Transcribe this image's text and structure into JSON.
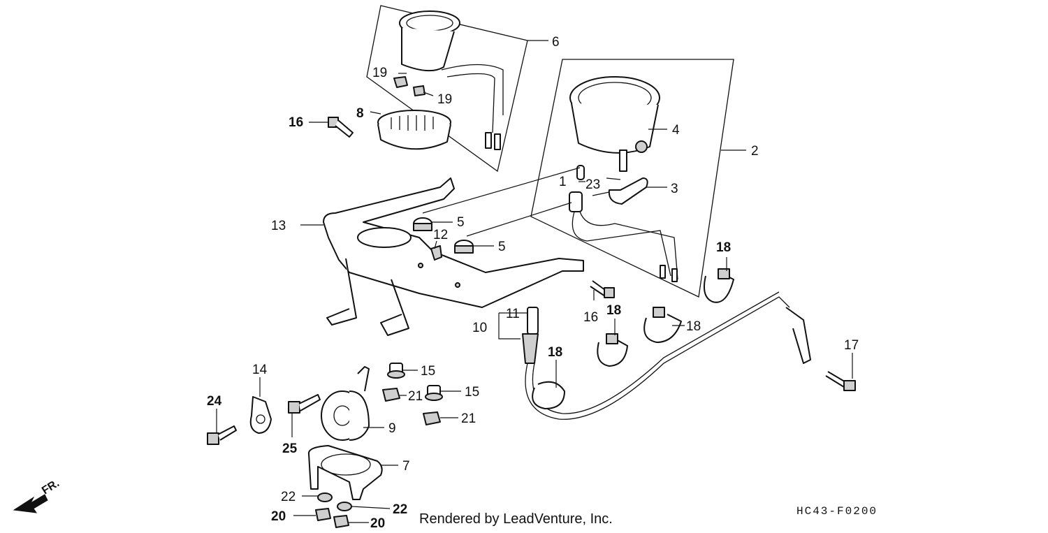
{
  "diagram": {
    "labels": {
      "l1": "1",
      "l2": "2",
      "l3": "3",
      "l4": "4",
      "l5a": "5",
      "l5b": "5",
      "l6": "6",
      "l7": "7",
      "l8": "8",
      "l9": "9",
      "l10": "10",
      "l11": "11",
      "l12": "12",
      "l13": "13",
      "l14": "14",
      "l15a": "15",
      "l15b": "15",
      "l16a": "16",
      "l16b": "16",
      "l17": "17",
      "l18a": "18",
      "l18b": "18",
      "l18c": "18",
      "l18d": "18",
      "l19a": "19",
      "l19b": "19",
      "l20a": "20",
      "l20b": "20",
      "l21a": "21",
      "l21b": "21",
      "l22a": "22",
      "l22b": "22",
      "l23": "23",
      "l24": "24",
      "l25": "25"
    },
    "direction_label": "FR.",
    "footer": "Rendered by LeadVenture, Inc.",
    "code": "HC43-F0200"
  }
}
